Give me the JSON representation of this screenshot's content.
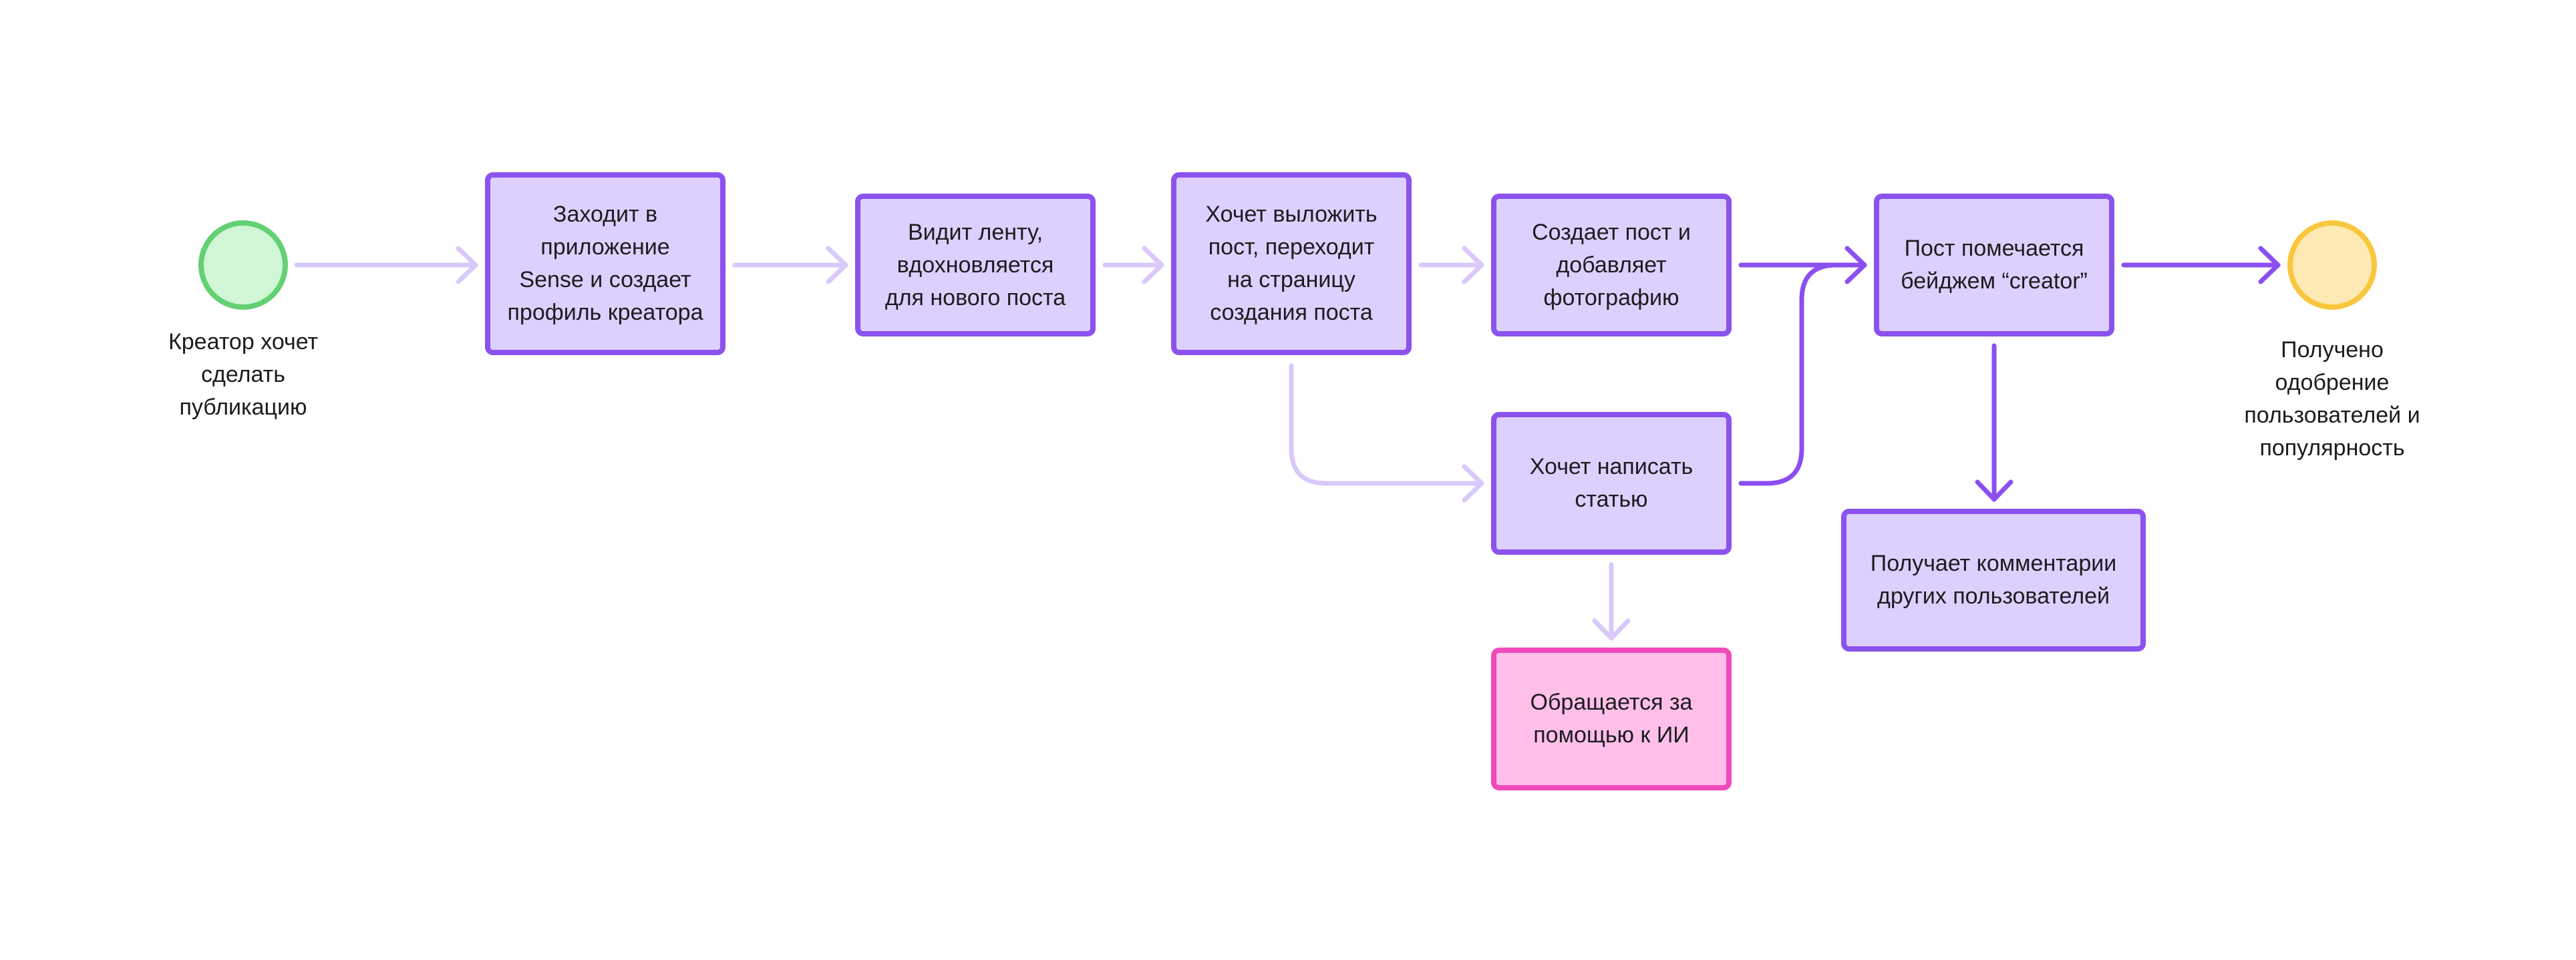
{
  "start_event": {
    "label": "Креатор хочет\nсделать\nпубликацию"
  },
  "end_event": {
    "label": "Получено\nодобрение\nпользователей и\nпопулярность"
  },
  "steps": [
    {
      "id": "n1",
      "label": "Заходит в\nприложение\nSense и создает\nпрофиль креатора"
    },
    {
      "id": "n2",
      "label": "Видит ленту,\nвдохновляется\nдля нового поста"
    },
    {
      "id": "n3",
      "label": "Хочет выложить\nпост, переходит\nна страницу\nсоздания поста"
    },
    {
      "id": "n4",
      "label": "Создает пост и\nдобавляет\nфотографию"
    },
    {
      "id": "n5",
      "label": "Хочет написать\nстатью"
    },
    {
      "id": "n6",
      "label": "Обращается за\nпомощью к ИИ"
    },
    {
      "id": "n7",
      "label": "Пост помечается\nбейджем “creator”"
    },
    {
      "id": "n8",
      "label": "Получает комментарии\nдругих пользователей"
    }
  ],
  "colors": {
    "process_fill": "#ddd0ff",
    "process_border": "#8b52ee",
    "ai_fill": "#ffbfe9",
    "ai_border": "#f04bbb",
    "start_fill": "#d0f6d6",
    "start_border": "#63d073",
    "end_fill": "#fde9b3",
    "end_border": "#f9c73d",
    "arrow_light": "#d8c8fb",
    "arrow_dark": "#8b4ff0"
  }
}
